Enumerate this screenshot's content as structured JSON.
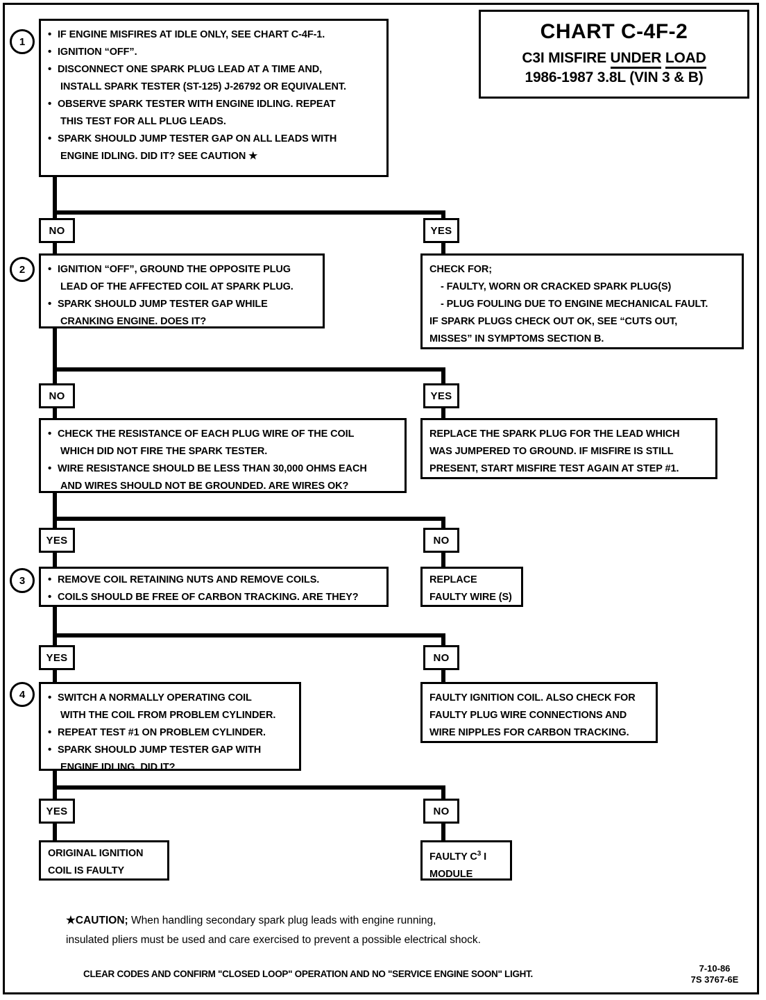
{
  "title": {
    "chart_number": "CHART C-4F-2",
    "subtitle_pre": "C3I MISFIRE ",
    "subtitle_underlined": "UNDER",
    "subtitle_mid": " ",
    "subtitle_underlined2": "LOAD",
    "line3": "1986-1987  3.8L  (VIN 3 & B)"
  },
  "steps": {
    "one": "1",
    "two": "2",
    "three": "3",
    "four": "4"
  },
  "box1": {
    "b1": "IF ENGINE MISFIRES AT IDLE ONLY, SEE CHART C-4F-1.",
    "b2": "IGNITION “OFF”.",
    "b3": "DISCONNECT ONE SPARK PLUG LEAD AT A TIME AND,",
    "b3b": "INSTALL SPARK TESTER (ST-125) J-26792 OR EQUIVALENT.",
    "b4": "OBSERVE SPARK TESTER WITH ENGINE IDLING.  REPEAT",
    "b4b": "THIS TEST FOR ALL PLUG LEADS.",
    "b5": "SPARK SHOULD JUMP TESTER GAP ON ALL LEADS WITH",
    "b5b": "ENGINE IDLING.  DID IT?   SEE CAUTION ★"
  },
  "box_check_for": {
    "l1": "CHECK FOR;",
    "l2": "- FAULTY, WORN OR CRACKED SPARK PLUG(S)",
    "l3": "- PLUG FOULING DUE TO ENGINE MECHANICAL FAULT.",
    "l4": "IF SPARK PLUGS CHECK OUT OK, SEE “CUTS OUT,",
    "l5": "MISSES” IN SYMPTOMS SECTION B."
  },
  "box2": {
    "b1": "IGNITION “OFF”, GROUND THE OPPOSITE PLUG",
    "b1b": "LEAD OF THE AFFECTED COIL AT SPARK PLUG.",
    "b2": "SPARK SHOULD JUMP TESTER GAP WHILE",
    "b2b": "CRANKING ENGINE.  DOES IT?"
  },
  "box_resistance": {
    "b1": "CHECK THE RESISTANCE OF EACH PLUG WIRE OF THE COIL",
    "b1b": "WHICH DID NOT FIRE THE SPARK TESTER.",
    "b2": "WIRE RESISTANCE SHOULD BE LESS THAN 30,000 OHMS EACH",
    "b2b": "AND WIRES SHOULD NOT BE GROUNDED.  ARE WIRES OK?"
  },
  "box_replace_plug": {
    "l1": "REPLACE THE SPARK PLUG FOR THE LEAD WHICH",
    "l2": "WAS JUMPERED TO GROUND.  IF MISFIRE IS STILL",
    "l3": "PRESENT, START MISFIRE TEST AGAIN AT STEP #1."
  },
  "box3": {
    "b1": "REMOVE COIL RETAINING NUTS AND REMOVE COILS.",
    "b2": "COILS SHOULD BE  FREE OF CARBON TRACKING.  ARE THEY?"
  },
  "box_replace_wire": {
    "l1": "REPLACE",
    "l2": "FAULTY WIRE (S)"
  },
  "box4": {
    "b1": "SWITCH A NORMALLY OPERATING COIL",
    "b1b": "WITH THE COIL FROM PROBLEM CYLINDER.",
    "b2": "REPEAT TEST #1 ON PROBLEM CYLINDER.",
    "b3": "SPARK SHOULD JUMP TESTER GAP WITH",
    "b3b": "ENGINE IDLING.  DID IT?"
  },
  "box_faulty_coil": {
    "l1": "FAULTY IGNITION COIL. ALSO CHECK FOR",
    "l2": "FAULTY PLUG WIRE CONNECTIONS AND",
    "l3": "WIRE NIPPLES FOR CARBON TRACKING."
  },
  "box_original_coil": {
    "l1": "ORIGINAL IGNITION",
    "l2": "COIL IS FAULTY"
  },
  "box_module": {
    "l1_pre": "FAULTY C",
    "l1_sup": "3",
    "l1_post": " I",
    "l2": "MODULE"
  },
  "tags": {
    "no1": "NO",
    "yes1": "YES",
    "no2": "NO",
    "yes2": "YES",
    "yes3": "YES",
    "no3": "NO",
    "yes4": "YES",
    "no4": "NO",
    "yes5": "YES",
    "no5": "NO"
  },
  "caution": {
    "star": "★",
    "head": "CAUTION;",
    "l1": "  When handling secondary spark plug leads with engine running,",
    "l2": "insulated pliers must be used and care exercised to prevent a possible electrical shock."
  },
  "footer": {
    "note": "CLEAR CODES AND CONFIRM \"CLOSED LOOP\"  OPERATION AND NO \"SERVICE ENGINE SOON\" LIGHT.",
    "date": "7-10-86",
    "code": "7S 3767-6E"
  }
}
